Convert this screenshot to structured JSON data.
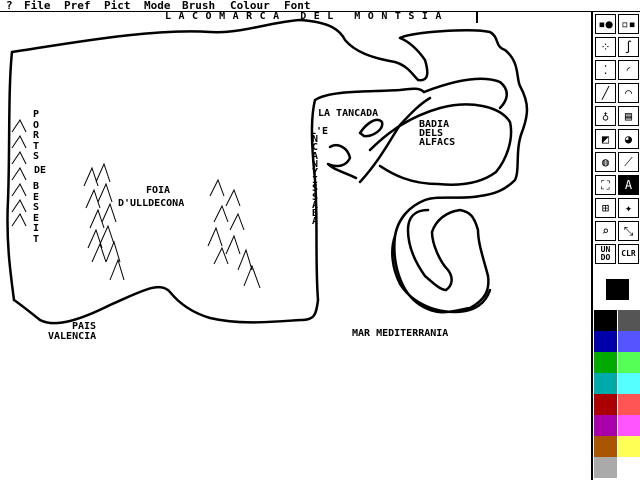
{
  "menubar": {
    "items": [
      "?",
      "File",
      "Pref",
      "Pict",
      "Mode",
      "Brush",
      "Colour",
      "Font"
    ]
  },
  "map": {
    "title": "LACOMARCA DEL MONTSIA",
    "labels": {
      "ports_de_beseit": [
        "PORTS",
        "DE",
        "BESEIT"
      ],
      "foia_line1": "FOIA",
      "foia_line2": "D'ULLDECONA",
      "la_tancada": "LA TANCADA",
      "lencanyissaba": "L'ENCANYISSABA",
      "badia_line1": "BADIA",
      "badia_line2": "DELS",
      "badia_line3": "ALFACS",
      "pais_line1": "PAIS",
      "pais_line2": "VALENCIA",
      "mar": "MAR MEDITERRANIA"
    }
  },
  "toolbox": {
    "tools": [
      {
        "name": "brush-size-tool",
        "glyph": "▪●"
      },
      {
        "name": "brush-shape-tool",
        "glyph": "▫▪"
      },
      {
        "name": "spray-tool",
        "glyph": "⁘"
      },
      {
        "name": "curve-tool",
        "glyph": "∫"
      },
      {
        "name": "dots-tool",
        "glyph": "⁚"
      },
      {
        "name": "arc-tool",
        "glyph": "◜"
      },
      {
        "name": "line-tool",
        "glyph": "╱"
      },
      {
        "name": "ellipse-tool",
        "glyph": "◠"
      },
      {
        "name": "fill-tool",
        "glyph": "♁"
      },
      {
        "name": "pattern-fill-tool",
        "glyph": "▤"
      },
      {
        "name": "gradient-tool",
        "glyph": "◩"
      },
      {
        "name": "smudge-tool",
        "glyph": "◕"
      },
      {
        "name": "blob-tool",
        "glyph": "◍"
      },
      {
        "name": "eraser-tool",
        "glyph": "⟋"
      },
      {
        "name": "select-tool",
        "glyph": "⛶"
      },
      {
        "name": "text-tool",
        "glyph": "A"
      },
      {
        "name": "grid-tool",
        "glyph": "⊞"
      },
      {
        "name": "magic-tool",
        "glyph": "✦"
      },
      {
        "name": "zoom-tool",
        "glyph": "⌕"
      },
      {
        "name": "transform-tool",
        "glyph": "⤡"
      },
      {
        "name": "undo-tool",
        "glyph": "UN DO"
      },
      {
        "name": "clear-tool",
        "glyph": "CLR"
      }
    ],
    "palette": [
      "#000000",
      "#555555",
      "#0000aa",
      "#5555ff",
      "#00aa00",
      "#55ff55",
      "#00aaaa",
      "#55ffff",
      "#aa0000",
      "#ff5555",
      "#aa00aa",
      "#ff55ff",
      "#aa5500",
      "#ffff55",
      "#aaaaaa",
      "#ffffff"
    ],
    "current_color": "#000000"
  }
}
